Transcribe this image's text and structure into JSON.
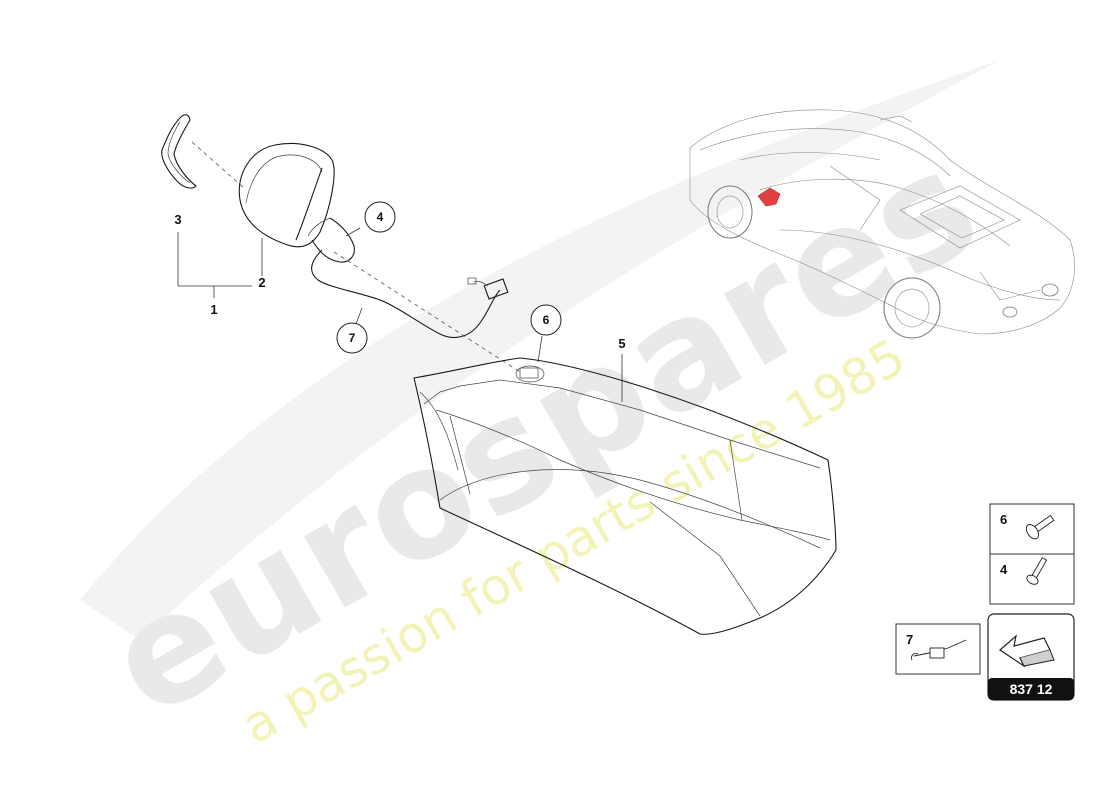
{
  "watermark": {
    "brand": "eurospares",
    "tagline": "a passion for parts since 1985"
  },
  "callouts": {
    "c1": "1",
    "c2": "2",
    "c3": "3",
    "c4": "4",
    "c5": "5",
    "c6": "6",
    "c7": "7"
  },
  "legend": {
    "item6": "6",
    "item4": "4",
    "item7": "7",
    "page_code": "837 12"
  }
}
